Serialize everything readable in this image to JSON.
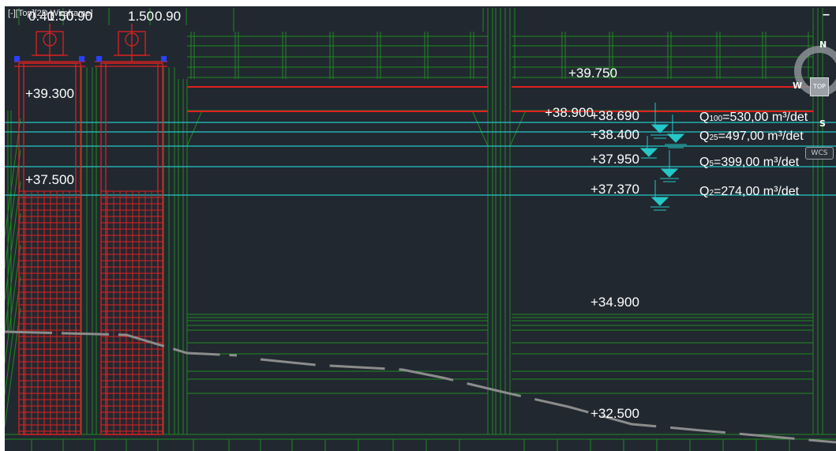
{
  "viewport": {
    "controls_label": "[-][Top][2D Wireframe]",
    "background": "#212830"
  },
  "dimensions": [
    "0.40",
    "1.50",
    "0.90",
    "1.50",
    "0.90"
  ],
  "elevations": {
    "e39750": "+39.750",
    "e39300": "+39.300",
    "e38900": "+38.900",
    "e38690": "+38.690",
    "e38400": "+38.400",
    "e37950": "+37.950",
    "e37500": "+37.500",
    "e37370": "+37.370",
    "e34900": "+34.900",
    "e32500": "+32.500"
  },
  "discharges": {
    "q100": {
      "sym": "Q",
      "sub": "100",
      "text": "=530,00 m³/det"
    },
    "q25": {
      "sym": "Q",
      "sub": "25",
      "text": "=497,00 m³/det"
    },
    "q5": {
      "sym": "Q",
      "sub": "5",
      "text": "=399,00 m³/det"
    },
    "q2": {
      "sym": "Q",
      "sub": "2",
      "text": "=274,00 m³/det"
    }
  },
  "viewcube": {
    "north": "N",
    "west": "W",
    "south": "S",
    "face": "TOP",
    "wcs": "WCS"
  },
  "colors": {
    "green": "#1f8a1f",
    "red": "#e02020",
    "cyan": "#24c8c8",
    "white": "#ffffff",
    "gray": "#8c8c8c"
  }
}
